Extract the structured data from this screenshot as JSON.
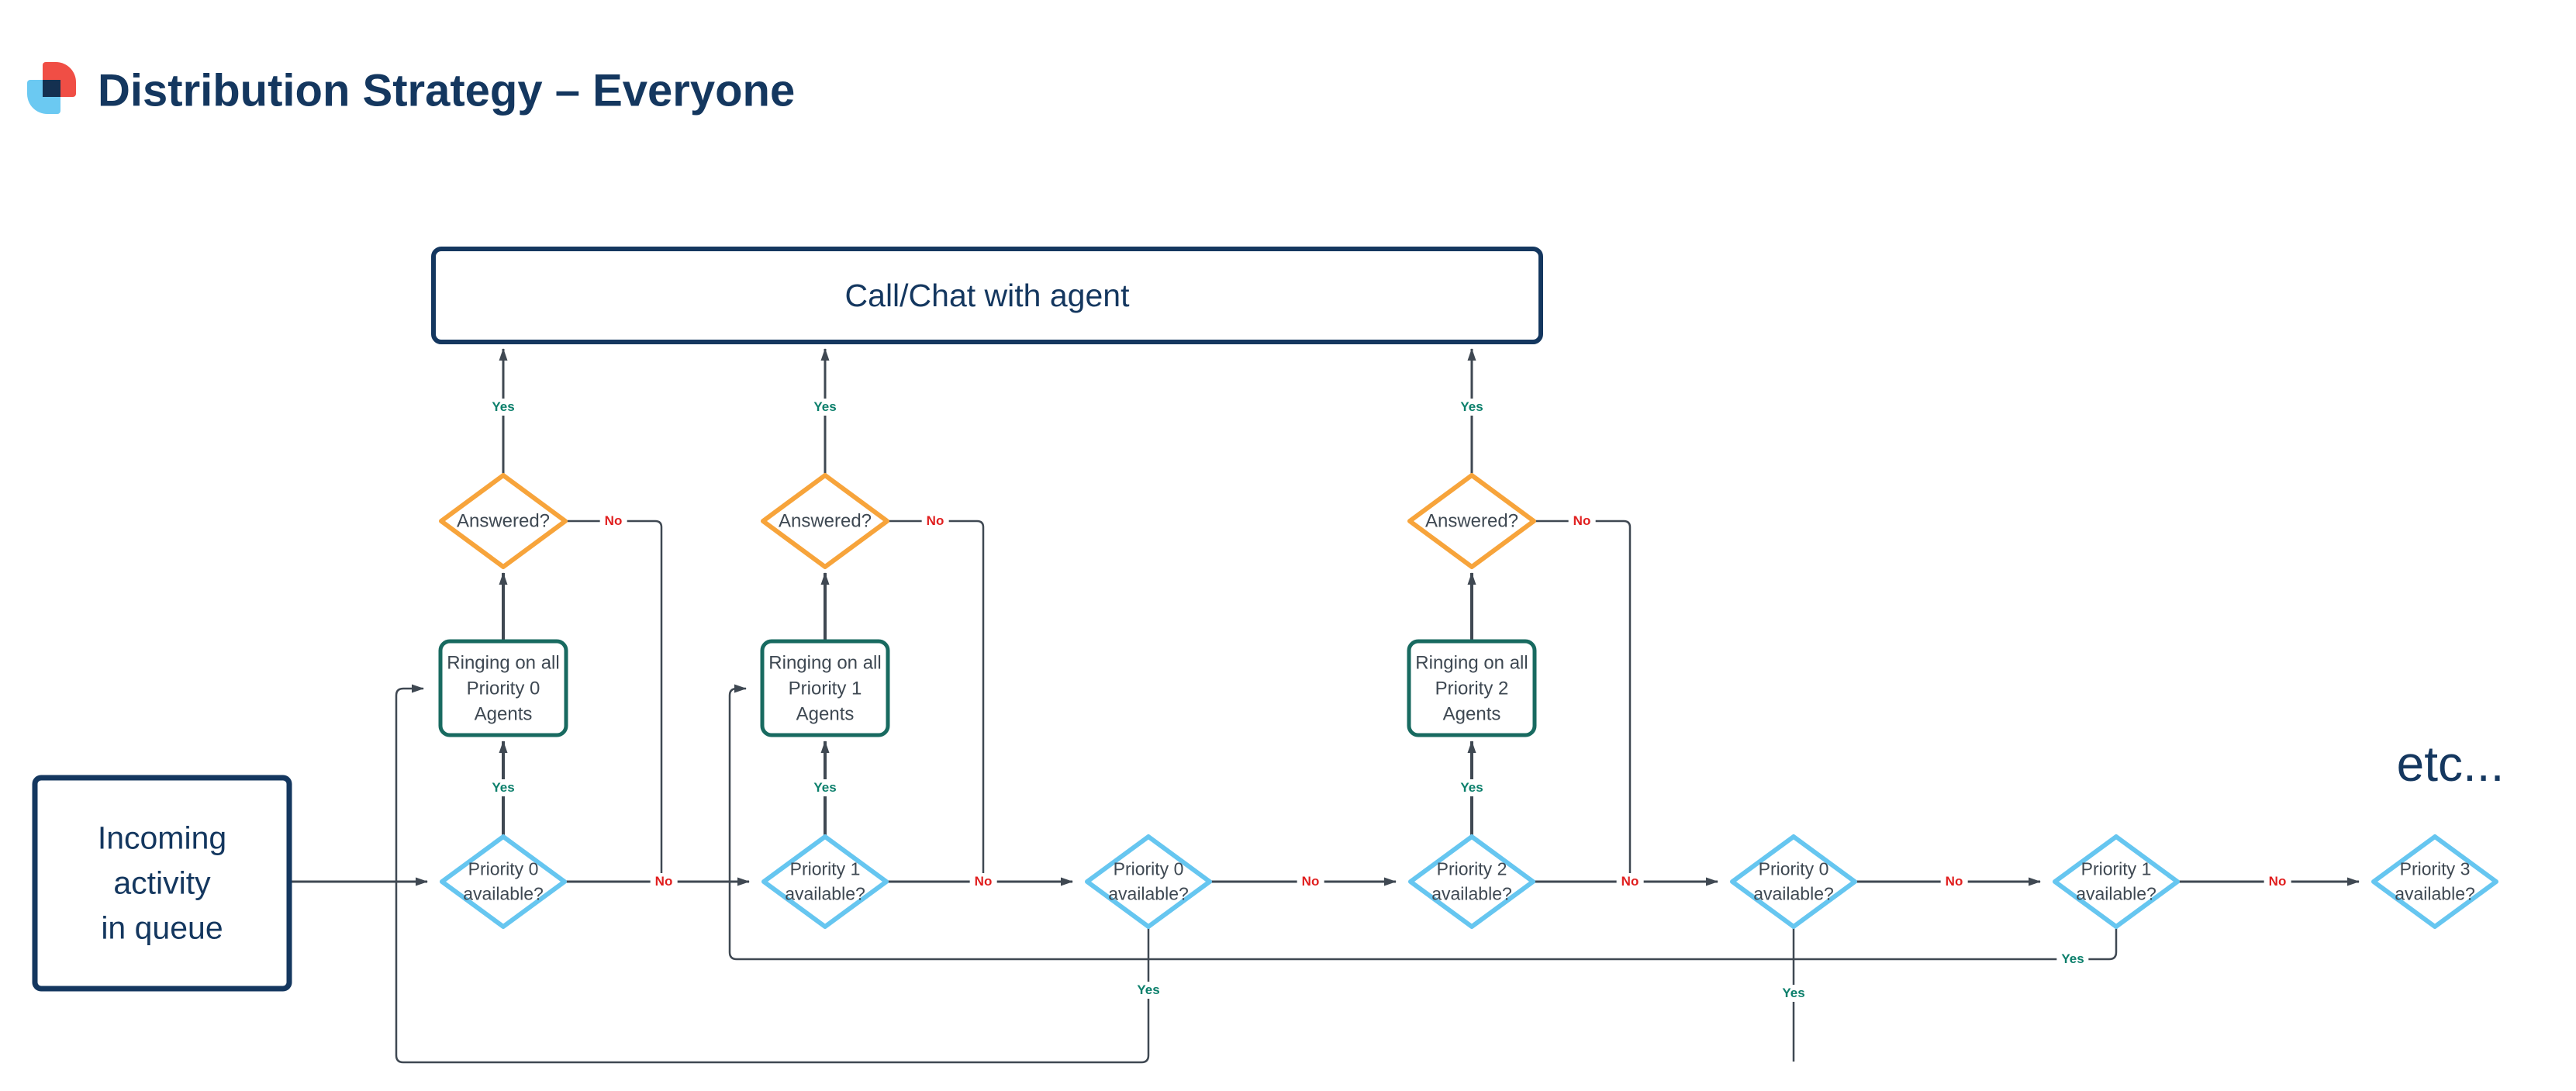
{
  "page": {
    "title": "Distribution Strategy – Everyone"
  },
  "labels": {
    "yes": "Yes",
    "no": "No"
  },
  "nodes": {
    "call_chat": "Call/Chat with agent",
    "incoming": [
      "Incoming",
      "activity",
      "in queue"
    ],
    "etc": "etc...",
    "answered": [
      "Answered?",
      "Answered?",
      "Answered?"
    ],
    "ringing": [
      [
        "Ringing on all",
        "Priority 0",
        "Agents"
      ],
      [
        "Ringing on all",
        "Priority 1",
        "Agents"
      ],
      [
        "Ringing on all",
        "Priority 2",
        "Agents"
      ]
    ],
    "priority": [
      [
        "Priority 0",
        "available?"
      ],
      [
        "Priority 1",
        "available?"
      ],
      [
        "Priority 0",
        "available?"
      ],
      [
        "Priority 2",
        "available?"
      ],
      [
        "Priority 0",
        "available?"
      ],
      [
        "Priority 1",
        "available?"
      ],
      [
        "Priority 3",
        "available?"
      ]
    ]
  },
  "colors": {
    "navy": "#14375F",
    "orange": "#F7A43B",
    "teal_green": "#186A60",
    "light_blue": "#66C6F0",
    "line": "#3F4852",
    "yes_green": "#0B7F6B",
    "no_red": "#E01E1E",
    "logo_red": "#F04E45",
    "logo_blue": "#6BC9F2",
    "logo_overlap": "#143050"
  }
}
